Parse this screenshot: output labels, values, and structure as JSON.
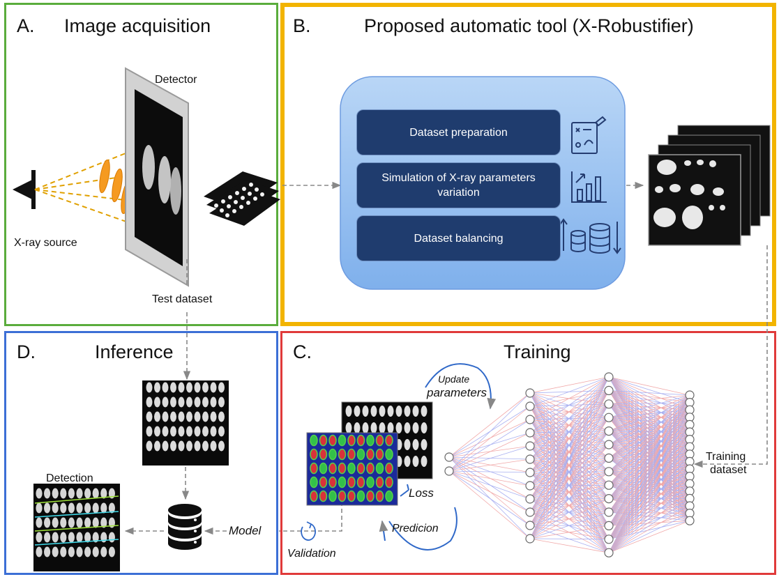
{
  "panels": {
    "a": {
      "letter": "A.",
      "title": "Image acquisition",
      "detector": "Detector",
      "source": "X-ray source",
      "test_dataset": "Test dataset",
      "border": "#5aac3c"
    },
    "b": {
      "letter": "B.",
      "title": "Proposed automatic tool (X-Robustifier)",
      "border": "#f2b400",
      "steps": [
        "Dataset preparation",
        "Simulation of X-ray parameters variation",
        "Dataset balancing"
      ]
    },
    "c": {
      "letter": "C.",
      "title": "Training",
      "border": "#e03a3a",
      "update_1": "Update",
      "update_2": "parameters",
      "loss": "Loss",
      "prediction": "Predicion",
      "validation": "Validation",
      "model": "Model",
      "training_1": "Training",
      "training_2": "dataset"
    },
    "d": {
      "letter": "D.",
      "title": "Inference",
      "detection": "Detection",
      "border": "#3c6fd6"
    }
  },
  "icons": [
    "checklist-icon",
    "bar-chart-icon",
    "database-balance-icon",
    "database-icon",
    "rotate-icon"
  ]
}
